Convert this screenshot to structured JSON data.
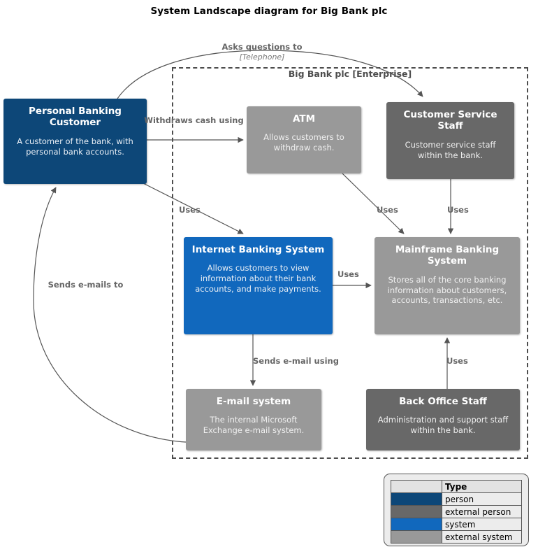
{
  "title": "System Landscape diagram for Big Bank plc",
  "boundary": {
    "label": "Big Bank plc [Enterprise]"
  },
  "nodes": {
    "personal_banking_customer": {
      "name": "Personal Banking Customer",
      "description": "A customer of the bank, with personal bank accounts.",
      "type": "person",
      "color": "#0d4778"
    },
    "atm": {
      "name": "ATM",
      "description": "Allows customers to withdraw cash.",
      "type": "external system",
      "color": "#999999"
    },
    "customer_service_staff": {
      "name": "Customer Service Staff",
      "description": "Customer service staff within the bank.",
      "type": "external person",
      "color": "#686868"
    },
    "internet_banking_system": {
      "name": "Internet Banking System",
      "description": "Allows customers to view information about their bank accounts, and make payments.",
      "type": "system",
      "color": "#1168bd"
    },
    "mainframe_banking_system": {
      "name": "Mainframe Banking System",
      "description": "Stores all of the core banking information about customers, accounts, transactions, etc.",
      "type": "external system",
      "color": "#999999"
    },
    "email_system": {
      "name": "E-mail system",
      "description": "The internal Microsoft Exchange e-mail system.",
      "type": "external system",
      "color": "#999999"
    },
    "back_office_staff": {
      "name": "Back Office Staff",
      "description": "Administration and support staff within the bank.",
      "type": "external person",
      "color": "#686868"
    }
  },
  "edges": {
    "asks_questions": {
      "label": "Asks questions to",
      "technology": "[Telephone]"
    },
    "withdraws_cash": {
      "label": "Withdraws cash using"
    },
    "uses_customer_to_ibs": {
      "label": "Uses"
    },
    "uses_atm_to_mainframe": {
      "label": "Uses"
    },
    "uses_css_to_mainframe": {
      "label": "Uses"
    },
    "uses_ibs_to_mainframe": {
      "label": "Uses"
    },
    "sends_emails_to": {
      "label": "Sends e-mails to"
    },
    "sends_email_using": {
      "label": "Sends e-mail using"
    },
    "uses_bos_to_mainframe": {
      "label": "Uses"
    }
  },
  "legend": {
    "swatch_header": "",
    "type_header": "Type",
    "rows": [
      {
        "label": "person",
        "color": "#0d4778"
      },
      {
        "label": "external person",
        "color": "#686868"
      },
      {
        "label": "system",
        "color": "#1168bd"
      },
      {
        "label": "external system",
        "color": "#999999"
      }
    ]
  }
}
